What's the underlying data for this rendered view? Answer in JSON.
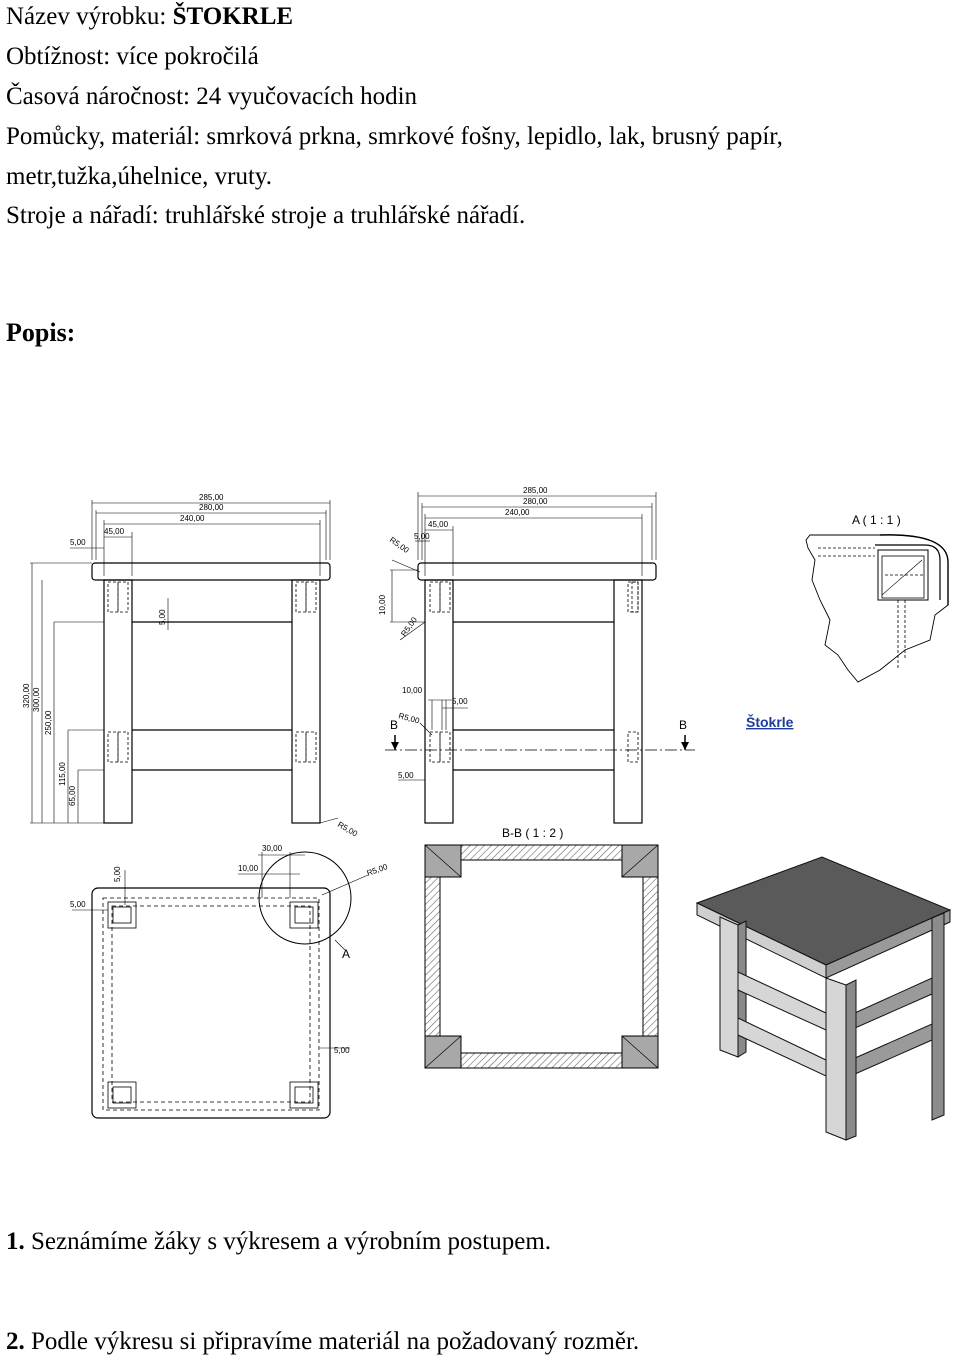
{
  "header": {
    "name_label": "Název výrobku: ",
    "name_value": "ŠTOKRLE",
    "difficulty": "Obtížnost: více pokročilá",
    "time": "Časová náročnost: 24 vyučovacích hodin",
    "materials_1": "Pomůcky, materiál: smrková prkna, smrkové fošny, lepidlo, lak, brusný papír,",
    "materials_2": "metr,tužka,úhelnice, vruty.",
    "tools": "Stroje a nářadí: truhlářské stroje a truhlářské nářadí."
  },
  "description_heading": "Popis:",
  "drawing": {
    "title": "Štokrle",
    "detail_label": "A ( 1 : 1 )",
    "section_label": "B-B ( 1 : 2 )",
    "section_marker": "B",
    "detail_marker": "A",
    "front_dims": [
      "285,00",
      "280,00",
      "240,00",
      "45,00",
      "5,00",
      "5,00",
      "320,00",
      "300,00",
      "250,00",
      "115,00",
      "65,00",
      "R5,00"
    ],
    "side_dims": [
      "285,00",
      "280,00",
      "240,00",
      "45,00",
      "5,00",
      "R5,00",
      "10,00",
      "R5,00",
      "10,00",
      "5,00",
      "R5,00",
      "5,00"
    ],
    "top_dims": [
      "30,00",
      "10,00",
      "5,00",
      "5,00",
      "R5,00",
      "5,00"
    ]
  },
  "steps": [
    {
      "num": "1.",
      "text": " Seznámíme žáky s výkresem a výrobním postupem."
    },
    {
      "num": "2.",
      "text": " Podle výkresu si připravíme materiál na požadovaný rozměr."
    }
  ]
}
